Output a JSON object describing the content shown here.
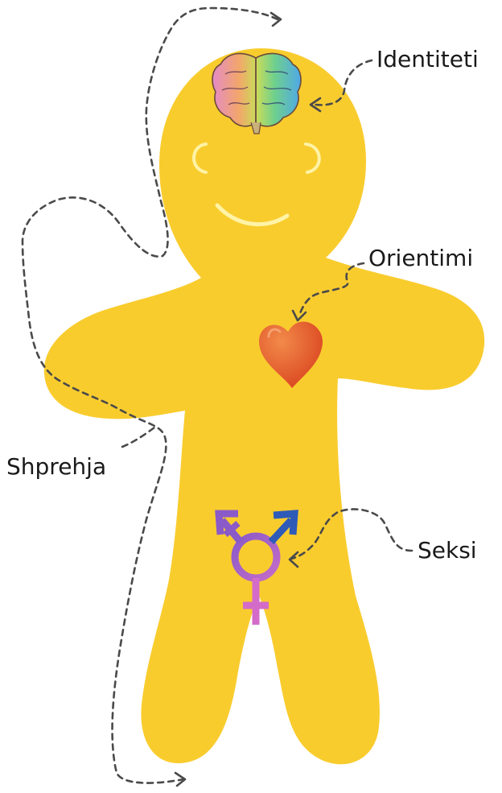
{
  "labels": {
    "identity": "Identiteti",
    "orientation": "Orientimi",
    "expression": "Shprehja",
    "sex": "Seksi"
  },
  "colors": {
    "body": "#F9CC2E",
    "face": "#FFF3A6",
    "heart": "#E8562A",
    "symbol_pink": "#D46BC9",
    "symbol_purple": "#8A5AC8",
    "symbol_blue": "#2E5BB8",
    "arrow": "#4a4a4a"
  },
  "icons": {
    "brain": "brain-icon",
    "heart": "heart-icon",
    "gender": "transgender-symbol-icon"
  }
}
